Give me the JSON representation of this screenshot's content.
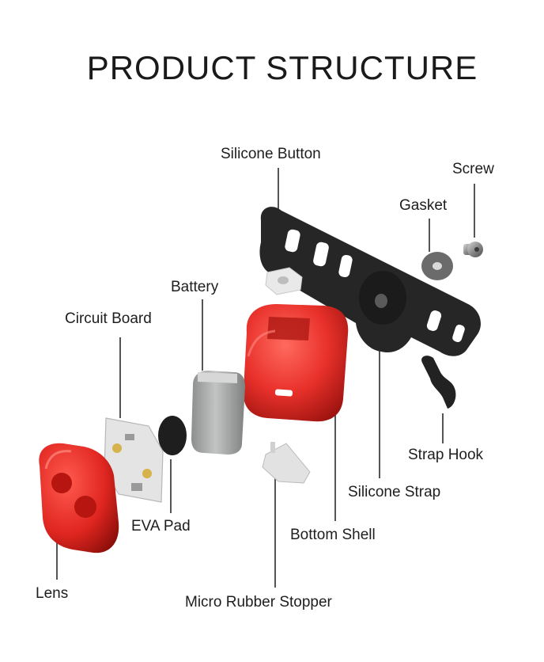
{
  "title": "PRODUCT STRUCTURE",
  "labels": {
    "silicone_button": "Silicone Button",
    "screw": "Screw",
    "gasket": "Gasket",
    "battery": "Battery",
    "circuit_board": "Circuit Board",
    "strap_hook": "Strap Hook",
    "silicone_strap": "Silicone Strap",
    "eva_pad": "EVA Pad",
    "bottom_shell": "Bottom Shell",
    "lens": "Lens",
    "micro_rubber_stopper": "Micro Rubber Stopper"
  },
  "colors": {
    "red_shell": "#e8302a",
    "strap": "#262626",
    "battery": "#a9abaa",
    "board": "#e4e4e4",
    "leader_line": "#2a2a2a"
  }
}
